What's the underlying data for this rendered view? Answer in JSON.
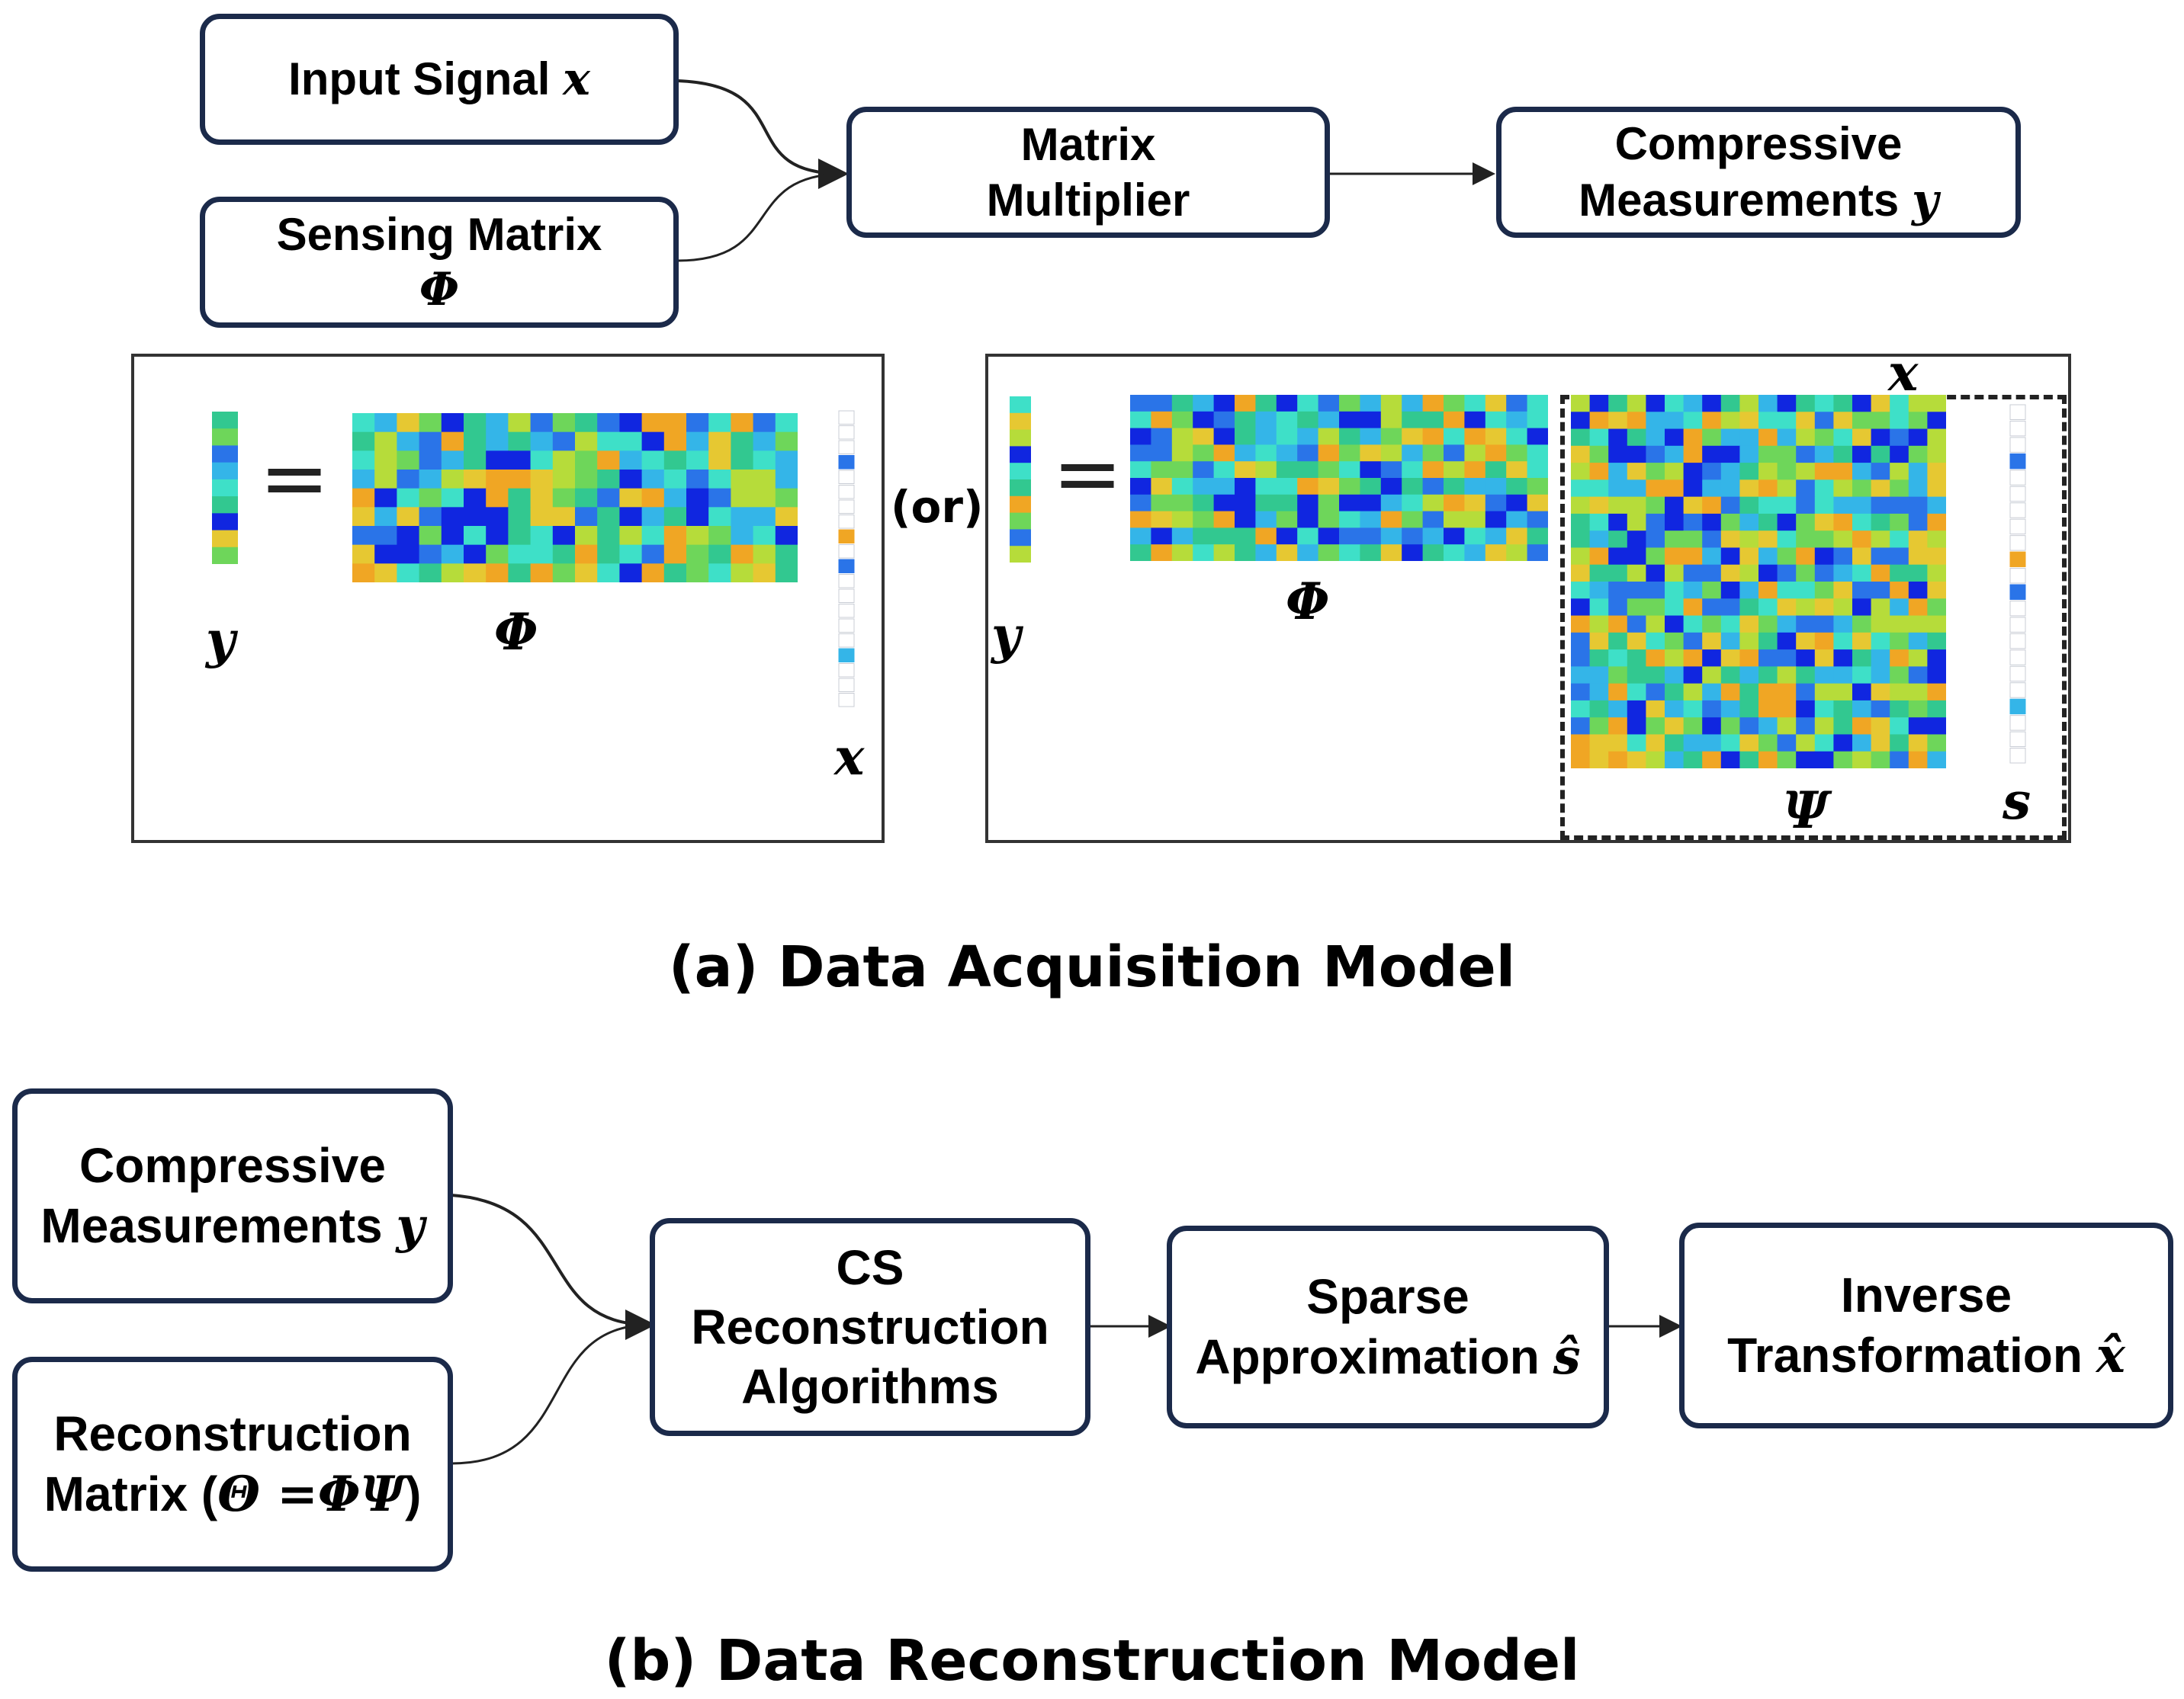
{
  "acquisition": {
    "input_signal": {
      "text": "Input Signal ",
      "var": "x"
    },
    "sensing_matrix": {
      "line1": "Sensing Matrix",
      "var": "Φ"
    },
    "matrix_multiplier": {
      "line1": "Matrix",
      "line2": "Multiplier"
    },
    "compressive_measurements": {
      "line1": "Compressive",
      "line2": "Measurements ",
      "var": "y"
    },
    "panel_left": {
      "y_label": "y",
      "phi_label": "Φ",
      "x_label": "x"
    },
    "or_label": "(or)",
    "panel_right": {
      "y_label": "y",
      "phi_label": "Φ",
      "psi_label": "Ψ",
      "s_label": "s",
      "x_label": "x"
    },
    "caption": "(a)  Data Acquisition Model"
  },
  "reconstruction": {
    "compressive_measurements": {
      "line1": "Compressive",
      "line2": "Measurements ",
      "var": "y"
    },
    "reconstruction_matrix": {
      "line1": "Reconstruction",
      "line2_prefix": "Matrix (",
      "formula": "Θ =ΦΨ",
      "line2_suffix": ")"
    },
    "cs_algorithms": {
      "line1": "CS",
      "line2": "Reconstruction",
      "line3": "Algorithms"
    },
    "sparse_approximation": {
      "line1": "Sparse",
      "line2": "Approximation ",
      "var": "ŝ"
    },
    "inverse_transformation": {
      "line1": "Inverse",
      "line2": "Transformation ",
      "var": "x̂"
    },
    "caption": "(b)  Data Reconstruction Model"
  },
  "colors": {
    "box_border": "#1b2a4a",
    "heatmap_palette": [
      "#1026e0",
      "#2a74e8",
      "#34b5e8",
      "#3ee0c8",
      "#32c890",
      "#6ed65a",
      "#b6dc3a",
      "#e6c832",
      "#f0a624"
    ]
  }
}
